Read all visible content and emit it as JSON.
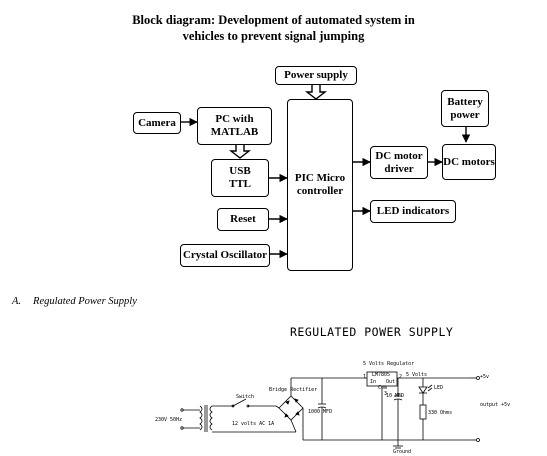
{
  "title_line1": "Block diagram: Development of automated system in",
  "title_line2": "vehicles to prevent signal jumping",
  "blocks": {
    "power_supply": "Power supply",
    "camera": "Camera",
    "pc_matlab_1": "PC with",
    "pc_matlab_2": "MATLAB",
    "usb_1": "USB",
    "usb_2": "TTL",
    "reset": "Reset",
    "crystal": "Crystal Oscillator",
    "pic_1": "PIC Micro",
    "pic_2": "controller",
    "dc_driver_1": "DC motor",
    "dc_driver_2": "driver",
    "dc_motors": "DC motors",
    "battery_1": "Battery",
    "battery_2": "power",
    "led": "LED indicators"
  },
  "section": {
    "number": "A.",
    "heading": "Regulated Power Supply"
  },
  "circuit": {
    "title": "REGULATED POWER SUPPLY",
    "regulator_label": "5 Volts Regulator",
    "regulator_part": "LM7805",
    "reg_in": "In",
    "reg_out": "Out",
    "reg_com": "Com",
    "pin1": "1",
    "pin2": "2",
    "pin3": "3",
    "volts": "5 Volts",
    "plus5": "+5v",
    "bridge": "Bridge Rectifier",
    "switch": "Switch",
    "mains": "230V 50Hz",
    "secondary": "12 volts AC 1A",
    "cap1": "1000 MFD",
    "cap2": "10 MFD",
    "led": "LED",
    "resistor": "330 Ohms",
    "output": "output +5v",
    "ground": "Ground"
  }
}
